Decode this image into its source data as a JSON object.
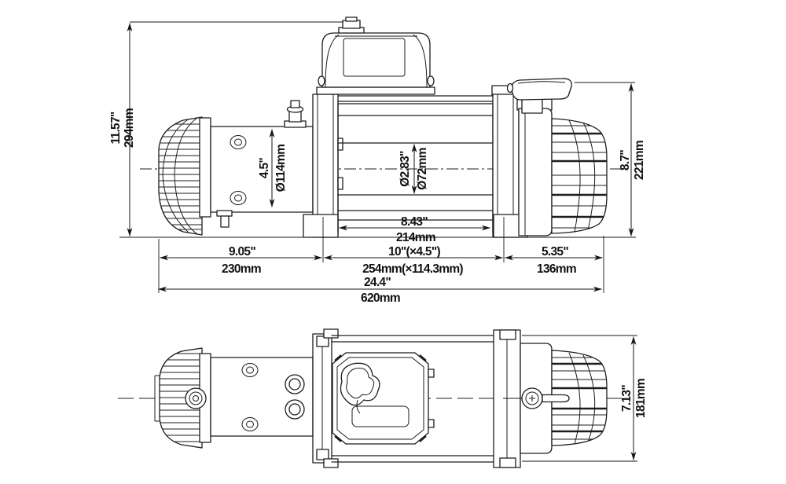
{
  "drawing": {
    "type": "winch-dimensional-diagram",
    "views": {
      "top": "side-elevation",
      "bottom": "plan-view"
    }
  },
  "dims": {
    "overall_height": {
      "inch": "11.57\"",
      "mm": "294mm"
    },
    "drum_dia": {
      "inch": "4.5\"",
      "mm": "Ø114mm"
    },
    "barrel_dia": {
      "inch": "Ø2.83\"",
      "mm": "Ø72mm"
    },
    "gear_height": {
      "inch": "8.7\"",
      "mm": "221mm"
    },
    "drum_len": {
      "inch": "8.43\"",
      "mm": "214mm"
    },
    "bolt_pattern": {
      "inch": "10\"(×4.5\")",
      "mm": "254mm(×114.3mm)"
    },
    "motor_len": {
      "inch": "9.05\"",
      "mm": "230mm"
    },
    "gear_len": {
      "inch": "5.35\"",
      "mm": "136mm"
    },
    "overall_len": {
      "inch": "24.4\"",
      "mm": "620mm"
    },
    "body_width": {
      "inch": "7.13\"",
      "mm": "181mm"
    }
  },
  "colors": {
    "line": "#1c1c1c",
    "background": "#ffffff"
  }
}
